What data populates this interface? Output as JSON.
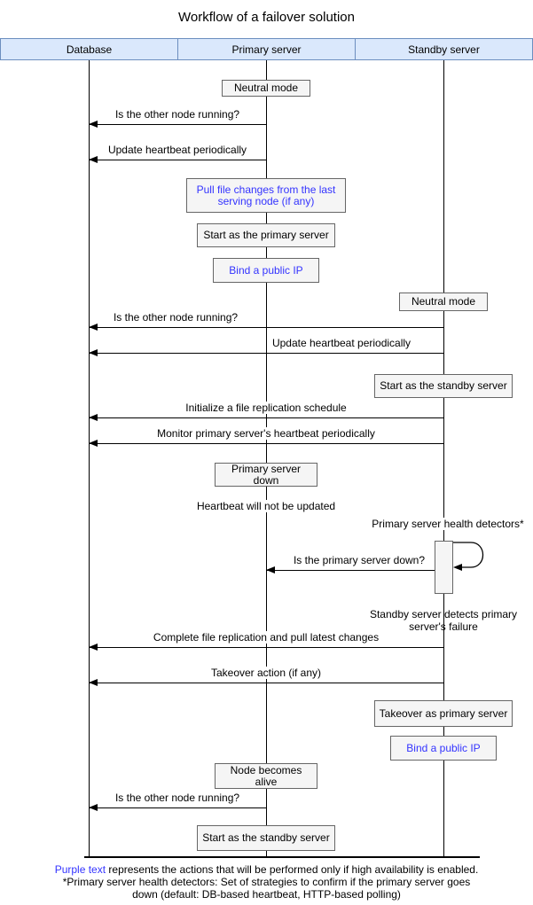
{
  "title": "Workflow of a failover solution",
  "colors": {
    "lane_fill": "#dae8fc",
    "lane_border": "#6c8ebf",
    "node_fill": "#f5f5f5",
    "node_border": "#666666",
    "ha_text": "#3333ff",
    "line": "#000000"
  },
  "lanes": [
    {
      "label": "Database"
    },
    {
      "label": "Primary server"
    },
    {
      "label": "Standby server"
    }
  ],
  "boxes": [
    {
      "label": "Neutral mode"
    },
    {
      "label": "Pull file changes from the last serving node (if any)",
      "ha": true
    },
    {
      "label": "Start as the primary server"
    },
    {
      "label": "Bind a public IP",
      "ha": true
    },
    {
      "label": "Neutral mode"
    },
    {
      "label": "Start as the standby server"
    },
    {
      "label": "Primary server down"
    },
    {
      "label": "Takeover as primary server"
    },
    {
      "label": "Bind a public IP",
      "ha": true
    },
    {
      "label": "Node becomes alive"
    },
    {
      "label": "Start as the standby server"
    }
  ],
  "messages": [
    {
      "label": "Is the other node running?"
    },
    {
      "label": "Update heartbeat periodically"
    },
    {
      "label": "Is the other node running?"
    },
    {
      "label": "Update heartbeat periodically"
    },
    {
      "label": "Initialize a file replication schedule",
      "ha": true
    },
    {
      "label": "Monitor primary server's heartbeat periodically"
    },
    {
      "label": "Is the primary server down?"
    },
    {
      "label": "Complete file replication and pull latest changes",
      "ha": true
    },
    {
      "label": "Takeover action (if any)"
    },
    {
      "label": "Is the other node running?"
    }
  ],
  "notes": [
    {
      "text": "Heartbeat will not be updated"
    },
    {
      "text": "Primary server health detectors*"
    },
    {
      "text": "Standby server detects primary server's failure"
    }
  ],
  "footer": {
    "line1_highlight": "Purple text",
    "line1_rest": " represents the actions that will be performed only if high availability is enabled.",
    "line2": "*Primary server health detectors: Set of strategies to confirm if the primary server goes",
    "line3": "down (default: DB-based heartbeat, HTTP-based polling)"
  }
}
